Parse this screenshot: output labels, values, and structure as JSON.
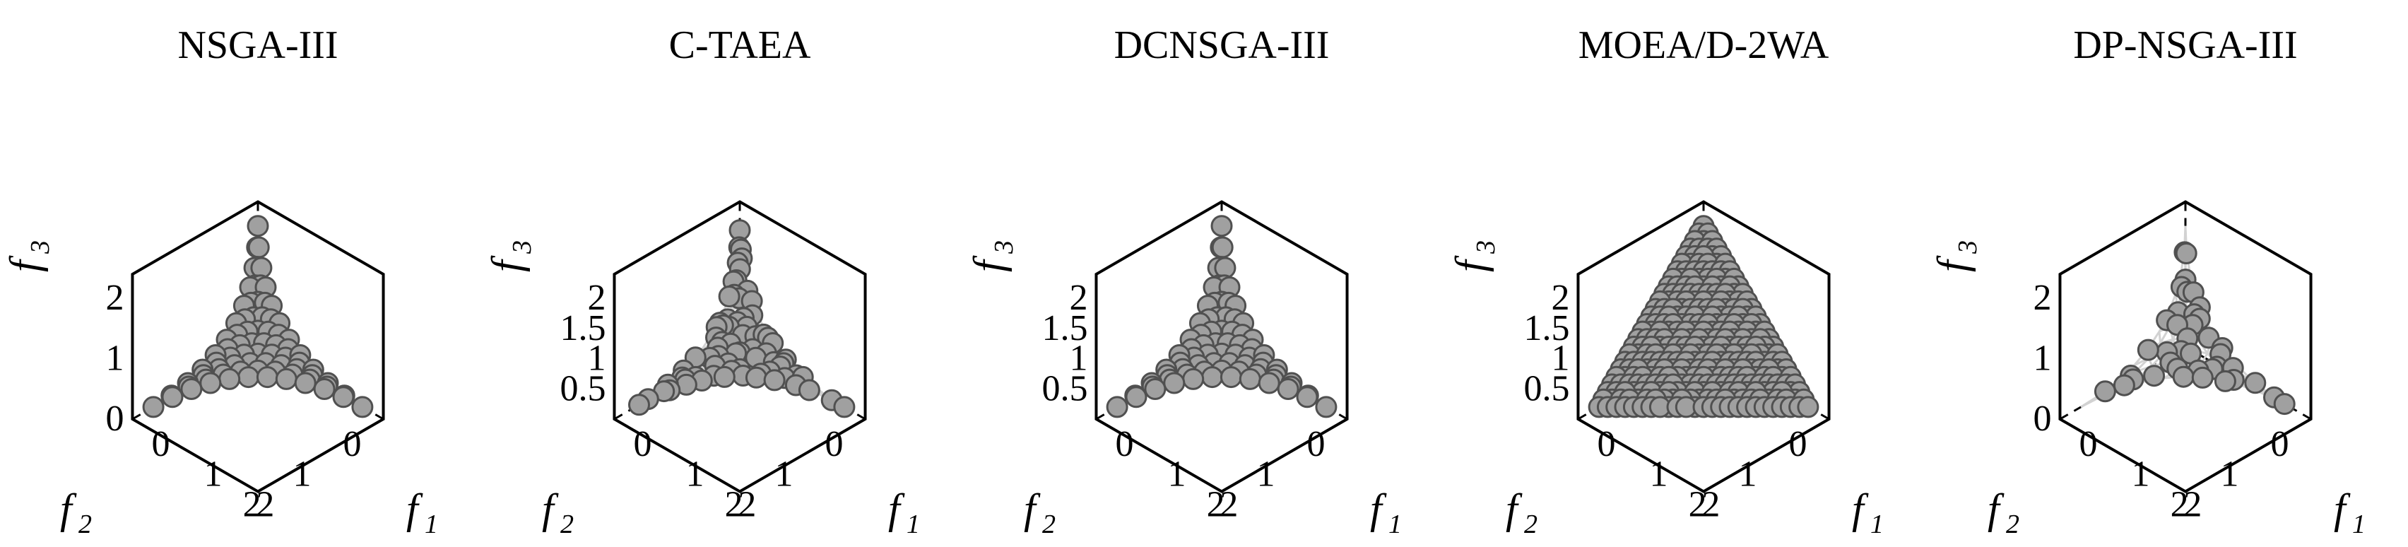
{
  "figure": {
    "point_fill": "#a0a0a0",
    "point_stroke": "#505050",
    "grid_color": "#d2d2d2",
    "frame_color": "#000000"
  },
  "chart_data": [
    {
      "type": "scatter3d",
      "title": "NSGA-III",
      "axes": {
        "f1": {
          "label": "f",
          "sub": "1",
          "ticks": [
            "0",
            "1",
            "2"
          ],
          "range": [
            0,
            2.4
          ]
        },
        "f2": {
          "label": "f",
          "sub": "2",
          "ticks": [
            "0",
            "1",
            "2"
          ],
          "range": [
            0,
            2.4
          ]
        },
        "f3": {
          "label": "f",
          "sub": "3",
          "ticks": [
            "0",
            "1",
            "2"
          ],
          "range": [
            0,
            2.4
          ]
        }
      },
      "surface": "convex",
      "front": "triangle-grid",
      "divisions": 11,
      "offset": 0.0
    },
    {
      "type": "scatter3d",
      "title": "C-TAEA",
      "axes": {
        "f1": {
          "label": "f",
          "sub": "1",
          "ticks": [
            "0",
            "1",
            "2"
          ],
          "range": [
            0,
            2.4
          ]
        },
        "f2": {
          "label": "f",
          "sub": "2",
          "ticks": [
            "0",
            "1",
            "2"
          ],
          "range": [
            0,
            2.4
          ]
        },
        "f3": {
          "label": "f",
          "sub": "3",
          "ticks": [
            "0.5",
            "1",
            "1.5",
            "2"
          ],
          "range": [
            0,
            2.4
          ]
        }
      },
      "surface": "convex",
      "front": "irregular",
      "divisions": 12,
      "offset": 0.05
    },
    {
      "type": "scatter3d",
      "title": "DCNSGA-III",
      "axes": {
        "f1": {
          "label": "f",
          "sub": "1",
          "ticks": [
            "0",
            "1",
            "2"
          ],
          "range": [
            0,
            2.4
          ]
        },
        "f2": {
          "label": "f",
          "sub": "2",
          "ticks": [
            "0",
            "1",
            "2"
          ],
          "range": [
            0,
            2.4
          ]
        },
        "f3": {
          "label": "f",
          "sub": "3",
          "ticks": [
            "0.5",
            "1",
            "1.5",
            "2"
          ],
          "range": [
            0,
            2.4
          ]
        }
      },
      "surface": "convex",
      "front": "triangle-grid",
      "divisions": 11,
      "offset": 0.03
    },
    {
      "type": "scatter3d",
      "title": "MOEA/D-2WA",
      "axes": {
        "f1": {
          "label": "f",
          "sub": "1",
          "ticks": [
            "0",
            "1",
            "2"
          ],
          "range": [
            0,
            2.4
          ]
        },
        "f2": {
          "label": "f",
          "sub": "2",
          "ticks": [
            "0",
            "1",
            "2"
          ],
          "range": [
            0,
            2.4
          ]
        },
        "f3": {
          "label": "f",
          "sub": "3",
          "ticks": [
            "0.5",
            "1",
            "1.5",
            "2"
          ],
          "range": [
            0,
            2.4
          ]
        }
      },
      "surface": "none",
      "front": "dense-grid",
      "divisions": 24,
      "offset": 0.0
    },
    {
      "type": "scatter3d",
      "title": "DP-NSGA-III",
      "axes": {
        "f1": {
          "label": "f",
          "sub": "1",
          "ticks": [
            "0",
            "1",
            "2"
          ],
          "range": [
            0,
            2.4
          ]
        },
        "f2": {
          "label": "f",
          "sub": "2",
          "ticks": [
            "0",
            "1",
            "2"
          ],
          "range": [
            0,
            2.4
          ]
        },
        "f3": {
          "label": "f",
          "sub": "3",
          "ticks": [
            "0",
            "1",
            "2"
          ],
          "range": [
            0,
            2.4
          ]
        }
      },
      "surface": "convex",
      "front": "sparse",
      "divisions": 10,
      "offset": 0.08
    }
  ]
}
